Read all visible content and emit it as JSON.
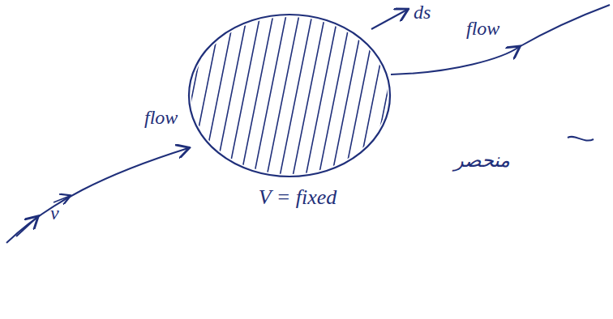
{
  "diagram": {
    "nodes": [
      {
        "text": [
          "V = fixed"
        ]
      }
    ],
    "labels": [
      "flow",
      "v",
      "ds",
      "flow",
      "منحصر"
    ]
  }
}
